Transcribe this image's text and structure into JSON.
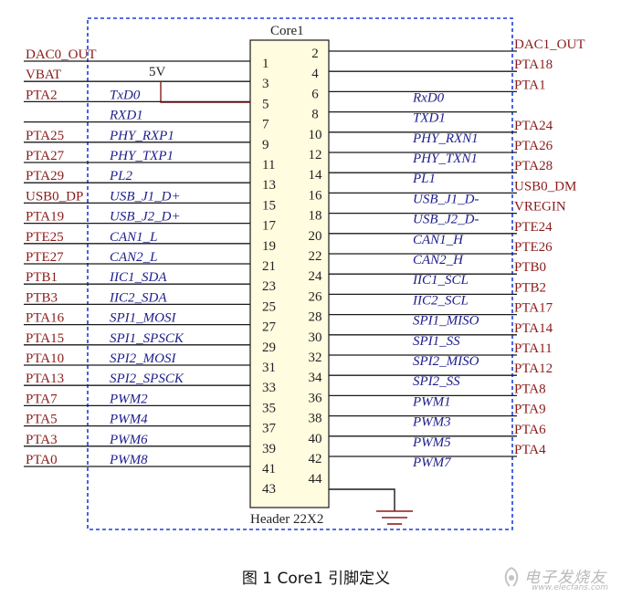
{
  "diagram": {
    "component_name": "Core1",
    "component_type": "Header 22X2",
    "power_label": "5V",
    "left_pins": [
      {
        "pin": "1",
        "net": "DAC0_OUT",
        "signal": ""
      },
      {
        "pin": "3",
        "net": "VBAT",
        "signal": ""
      },
      {
        "pin": "5",
        "net": "PTA2",
        "signal": "TxD0"
      },
      {
        "pin": "7",
        "net": "",
        "signal": "RXD1"
      },
      {
        "pin": "9",
        "net": "PTA25",
        "signal": "PHY_RXP1"
      },
      {
        "pin": "11",
        "net": "PTA27",
        "signal": "PHY_TXP1"
      },
      {
        "pin": "13",
        "net": "PTA29",
        "signal": "PL2"
      },
      {
        "pin": "15",
        "net": "USB0_DP",
        "signal": "USB_J1_D+"
      },
      {
        "pin": "17",
        "net": "PTA19",
        "signal": "USB_J2_D+"
      },
      {
        "pin": "19",
        "net": "PTE25",
        "signal": "CAN1_L"
      },
      {
        "pin": "21",
        "net": "PTE27",
        "signal": "CAN2_L"
      },
      {
        "pin": "23",
        "net": "PTB1",
        "signal": "IIC1_SDA"
      },
      {
        "pin": "25",
        "net": "PTB3",
        "signal": "IIC2_SDA"
      },
      {
        "pin": "27",
        "net": "PTA16",
        "signal": "SPI1_MOSI"
      },
      {
        "pin": "29",
        "net": "PTA15",
        "signal": "SPI1_SPSCK"
      },
      {
        "pin": "31",
        "net": "PTA10",
        "signal": "SPI2_MOSI"
      },
      {
        "pin": "33",
        "net": "PTA13",
        "signal": "SPI2_SPSCK"
      },
      {
        "pin": "35",
        "net": "PTA7",
        "signal": "PWM2"
      },
      {
        "pin": "37",
        "net": "PTA5",
        "signal": "PWM4"
      },
      {
        "pin": "39",
        "net": "PTA3",
        "signal": "PWM6"
      },
      {
        "pin": "41",
        "net": "PTA0",
        "signal": "PWM8"
      },
      {
        "pin": "43",
        "net": "",
        "signal": ""
      }
    ],
    "right_pins": [
      {
        "pin": "2",
        "net": "DAC1_OUT",
        "signal": ""
      },
      {
        "pin": "4",
        "net": "PTA18",
        "signal": ""
      },
      {
        "pin": "6",
        "net": "PTA1",
        "signal": "RxD0"
      },
      {
        "pin": "8",
        "net": "",
        "signal": "TXD1"
      },
      {
        "pin": "10",
        "net": "PTA24",
        "signal": "PHY_RXN1"
      },
      {
        "pin": "12",
        "net": "PTA26",
        "signal": "PHY_TXN1"
      },
      {
        "pin": "14",
        "net": "PTA28",
        "signal": "PL1"
      },
      {
        "pin": "16",
        "net": "USB0_DM",
        "signal": "USB_J1_D-"
      },
      {
        "pin": "18",
        "net": "VREGIN",
        "signal": "USB_J2_D-"
      },
      {
        "pin": "20",
        "net": "PTE24",
        "signal": "CAN1_H"
      },
      {
        "pin": "22",
        "net": "PTE26",
        "signal": "CAN2_H"
      },
      {
        "pin": "24",
        "net": "PTB0",
        "signal": "IIC1_SCL"
      },
      {
        "pin": "26",
        "net": "PTB2",
        "signal": "IIC2_SCL"
      },
      {
        "pin": "28",
        "net": "PTA17",
        "signal": "SPI1_MISO"
      },
      {
        "pin": "30",
        "net": "PTA14",
        "signal": "SPI1_SS"
      },
      {
        "pin": "32",
        "net": "PTA11",
        "signal": "SPI2_MISO"
      },
      {
        "pin": "34",
        "net": "PTA12",
        "signal": "SPI2_SS"
      },
      {
        "pin": "36",
        "net": "PTA8",
        "signal": "PWM1"
      },
      {
        "pin": "38",
        "net": "PTA9",
        "signal": "PWM3"
      },
      {
        "pin": "40",
        "net": "PTA6",
        "signal": "PWM5"
      },
      {
        "pin": "42",
        "net": "PTA4",
        "signal": "PWM7"
      },
      {
        "pin": "44",
        "net": "",
        "signal": ""
      }
    ],
    "colors": {
      "net_label": "#8b1a1a",
      "signal_label": "#1e1e8c",
      "wire": "#1a1a1a",
      "frame": "#1c3fd8",
      "pin_text": "#222222"
    }
  },
  "caption": "图 1 Core1 引脚定义",
  "watermark": {
    "cn": "电子发烧友",
    "url": "www.elecfans.com"
  }
}
